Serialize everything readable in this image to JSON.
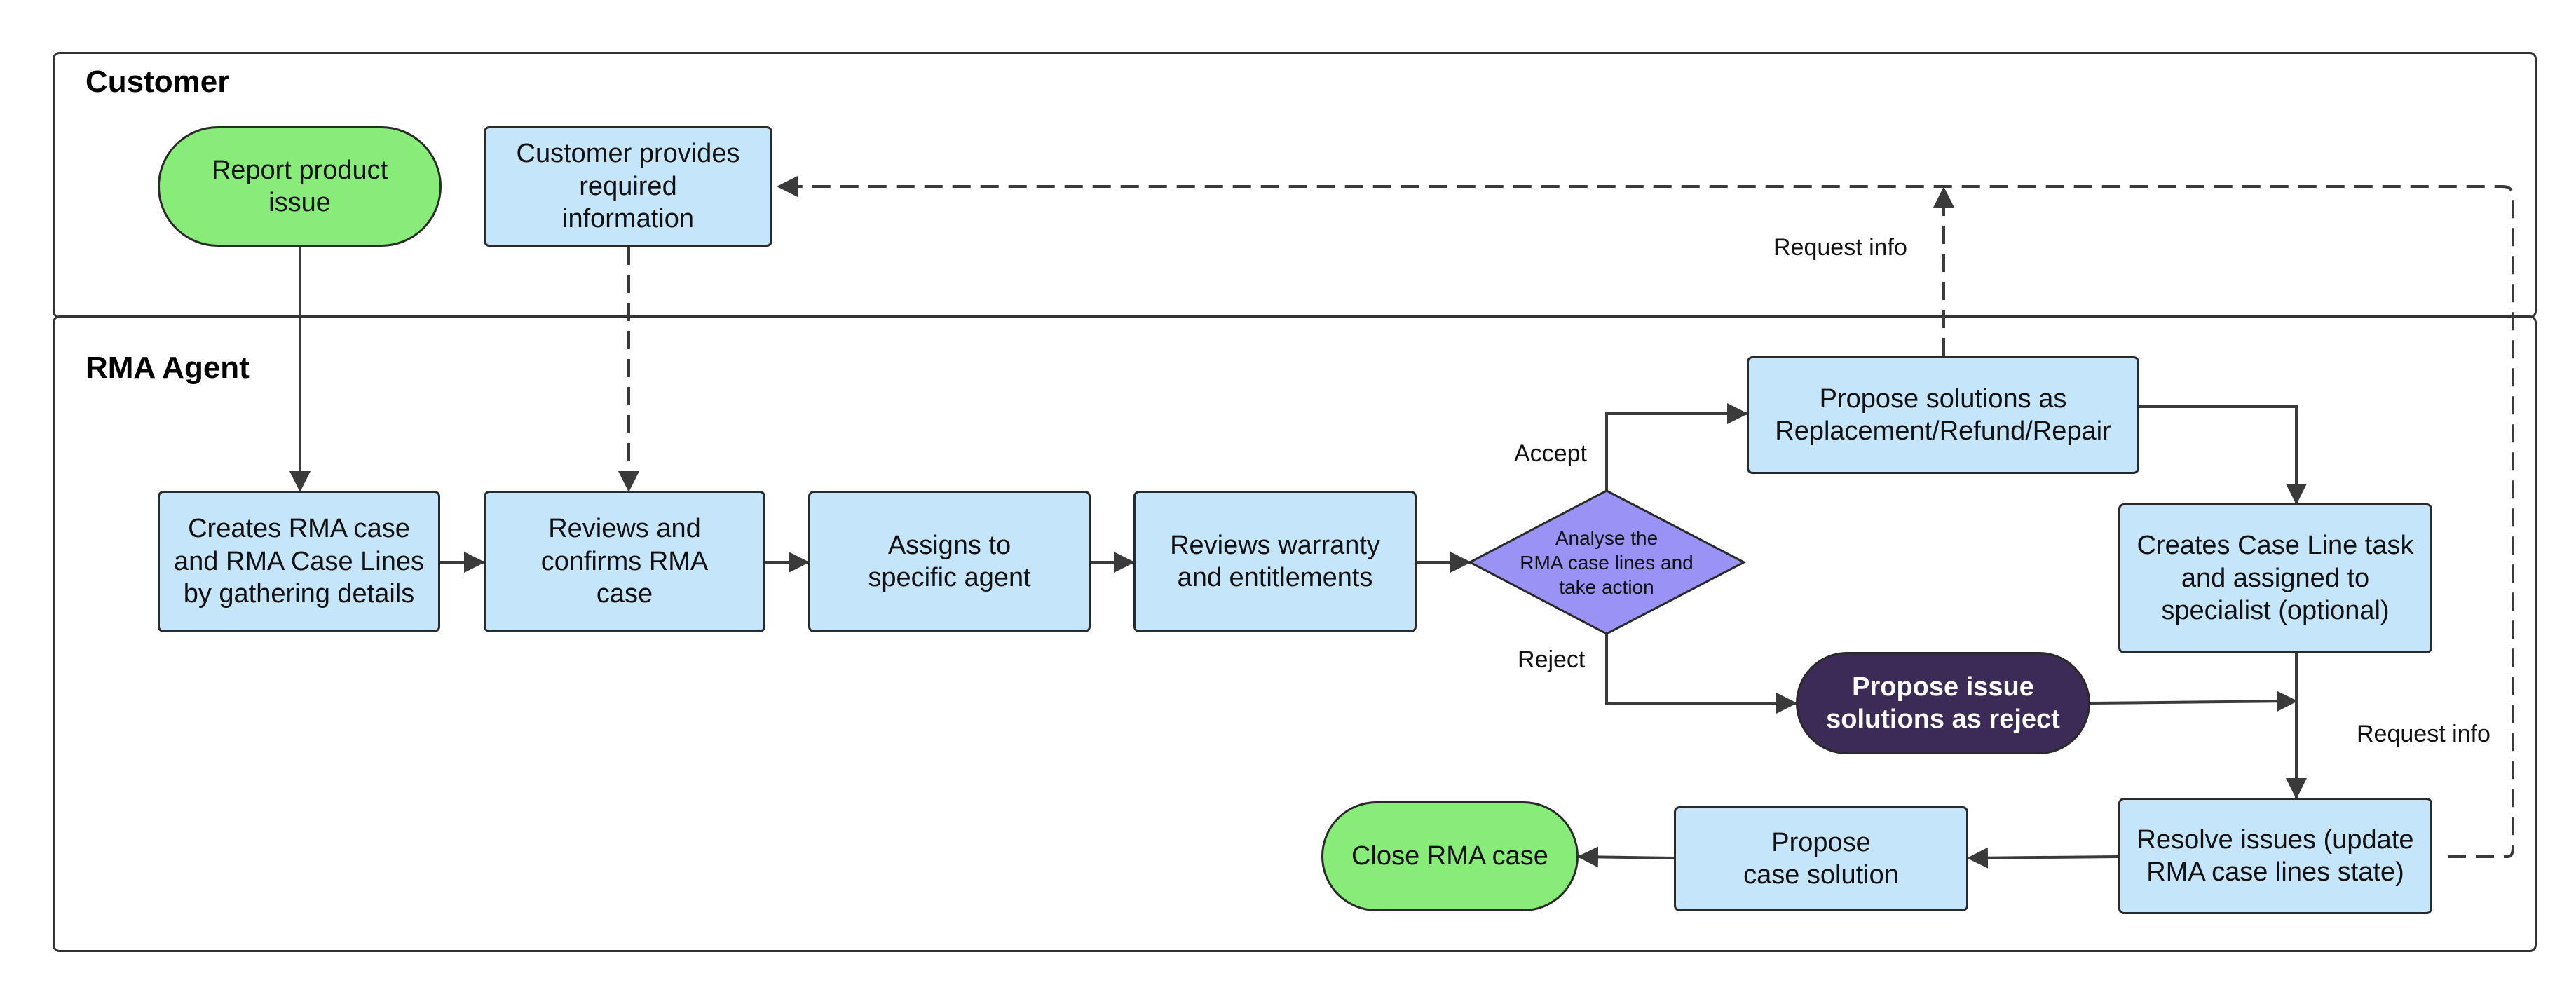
{
  "colors": {
    "blue": "#c5e5fb",
    "green": "#88ec78",
    "dark": "#3c2a57",
    "diamond": "#9a92f5",
    "line": "#3a3a3a"
  },
  "lanes": {
    "customer": "Customer",
    "agent": "RMA Agent"
  },
  "nodes": {
    "report": "Report product\nissue",
    "provides_info": "Customer provides\nrequired\ninformation",
    "creates_case": "Creates RMA case\nand RMA Case Lines\nby gathering details",
    "reviews_confirms": "Reviews and\nconfirms RMA\ncase",
    "assigns": "Assigns to\nspecific agent",
    "reviews_warranty": "Reviews warranty\nand entitlements",
    "analyse": "Analyse the\nRMA case lines and\ntake action",
    "propose_solutions": "Propose solutions as\nReplacement/Refund/Repair",
    "propose_reject": "Propose issue\nsolutions as reject",
    "creates_task": "Creates Case Line task\nand assigned to\nspecialist (optional)",
    "resolve": "Resolve issues (update\nRMA case lines state)",
    "propose_case": "Propose\ncase solution",
    "close": "Close RMA case"
  },
  "edge_labels": {
    "accept": "Accept",
    "reject": "Reject",
    "request_info_top": "Request info",
    "request_info_right": "Request info"
  }
}
